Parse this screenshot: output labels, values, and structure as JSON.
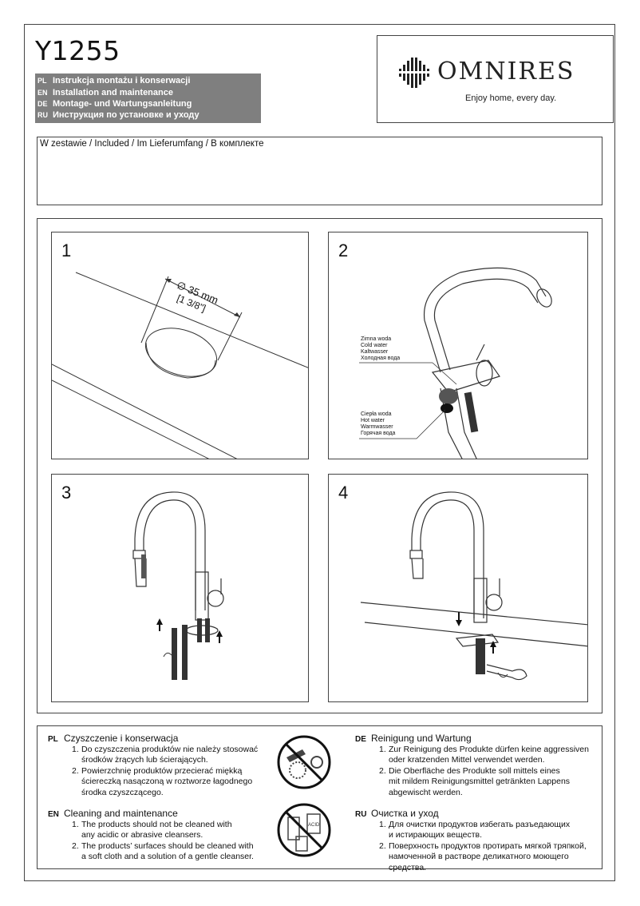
{
  "header": {
    "model": "Y1255",
    "languages": [
      {
        "code": "PL",
        "text": "Instrukcja montażu i konserwacji"
      },
      {
        "code": "EN",
        "text": "Installation and maintenance"
      },
      {
        "code": "DE",
        "text": "Montage- und Wartungsanleitung"
      },
      {
        "code": "RU",
        "text": "Инструкция по установке и уходу"
      }
    ],
    "brand": "OMNIRES",
    "tagline": "Enjoy home, every day."
  },
  "included": {
    "title": "W zestawie / Included / Im Lieferumfang / В комплекте"
  },
  "steps": [
    {
      "number": "1",
      "diameter": "∅ 35 mm",
      "diameter_inch": "[1 3/8\"]"
    },
    {
      "number": "2",
      "cold_labels": [
        "Zimna woda",
        "Cold water",
        "Kaltwasser",
        "Холодная вода"
      ],
      "hot_labels": [
        "Ciepła woda",
        "Hot water",
        "Warmwasser",
        "Горячая вода"
      ]
    },
    {
      "number": "3"
    },
    {
      "number": "4"
    }
  ],
  "care": {
    "pl": {
      "code": "PL",
      "heading": "Czyszczenie i konserwacja",
      "items": [
        [
          "1.",
          "Do czyszczenia produktów nie należy stosować",
          "środków żrących lub ścierających."
        ],
        [
          "2.",
          "Powierzchnię produktów przecierać miękką",
          "ściereczką nasączoną w roztworze łagodnego",
          "środka czyszczącego."
        ]
      ]
    },
    "en": {
      "code": "EN",
      "heading": "Cleaning and maintenance",
      "items": [
        [
          "1.",
          "The products should not be cleaned with",
          "any acidic or abrasive cleansers."
        ],
        [
          "2.",
          "The products’ surfaces should be cleaned with",
          "a soft cloth and a solution of a gentle cleanser."
        ]
      ]
    },
    "de": {
      "code": "DE",
      "heading": "Reinigung und Wartung",
      "items": [
        [
          "1.",
          "Zur Reinigung des Produkte dürfen keine aggressiven",
          "oder kratzenden Mittel verwendet werden."
        ],
        [
          "2.",
          "Die Oberfläche des Produkte soll mittels eines",
          "mit mildem Reinigungsmittel getränkten Lappens",
          "abgewischt werden."
        ]
      ]
    },
    "ru": {
      "code": "RU",
      "heading": "Очистка и уход",
      "items": [
        [
          "1.",
          "Для очистки продуктов избегать разъедающих",
          "и истирающих веществ."
        ],
        [
          "2.",
          "Поверхность продуктов протирать мягкой тряпкой,",
          "намоченной в растворе деликатного моющего средства."
        ]
      ]
    },
    "icon_acid_label": "ACID"
  }
}
